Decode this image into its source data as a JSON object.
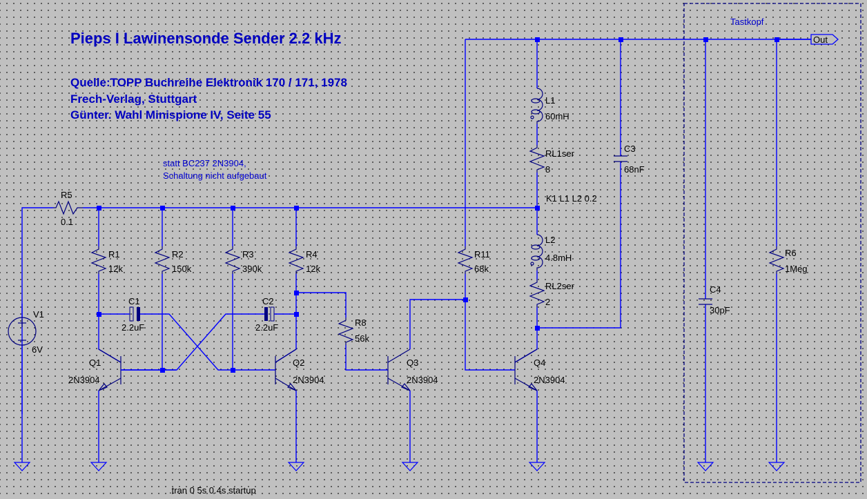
{
  "title": "Pieps I Lawinensonde Sender 2.2 kHz",
  "source_lines": [
    "Quelle:TOPP Buchreihe Elektronik 170 / 171,  1978",
    "Frech-Verlag, Stuttgart",
    "Günter. Wahl Minispione IV, Seite 55"
  ],
  "note_lines": [
    "statt BC237 2N3904,",
    "Schaltung nicht aufgebaut"
  ],
  "directive": ".tran 0 5s 0.4s startup",
  "coupling": "K1 L1 L2 0.2",
  "probe_box_label": "Tastkopf",
  "output_port": "Out",
  "colors": {
    "background": "#c0c0c0",
    "wire": "#0000ff",
    "symbol": "#000080",
    "text": "#000000",
    "comment": "#0000c0"
  },
  "components": {
    "V1": {
      "name": "V1",
      "value": "6V"
    },
    "R5": {
      "name": "R5",
      "value": "0.1"
    },
    "R1": {
      "name": "R1",
      "value": "12k"
    },
    "R2": {
      "name": "R2",
      "value": "150k"
    },
    "R3": {
      "name": "R3",
      "value": "390k"
    },
    "R4": {
      "name": "R4",
      "value": "12k"
    },
    "R8": {
      "name": "R8",
      "value": "56k"
    },
    "R11": {
      "name": "R11",
      "value": "68k"
    },
    "R6": {
      "name": "R6",
      "value": "1Meg"
    },
    "C1": {
      "name": "C1",
      "value": "2.2uF"
    },
    "C2": {
      "name": "C2",
      "value": "2.2uF"
    },
    "C3": {
      "name": "C3",
      "value": "68nF"
    },
    "C4": {
      "name": "C4",
      "value": "30pF"
    },
    "L1": {
      "name": "L1",
      "value": "60mH"
    },
    "L2": {
      "name": "L2",
      "value": "4.8mH"
    },
    "RL1ser": {
      "name": "RL1ser",
      "value": "8"
    },
    "RL2ser": {
      "name": "RL2ser",
      "value": "2"
    },
    "Q1": {
      "name": "Q1",
      "value": "2N3904"
    },
    "Q2": {
      "name": "Q2",
      "value": "2N3904"
    },
    "Q3": {
      "name": "Q3",
      "value": "2N3904"
    },
    "Q4": {
      "name": "Q4",
      "value": "2N3904"
    }
  }
}
